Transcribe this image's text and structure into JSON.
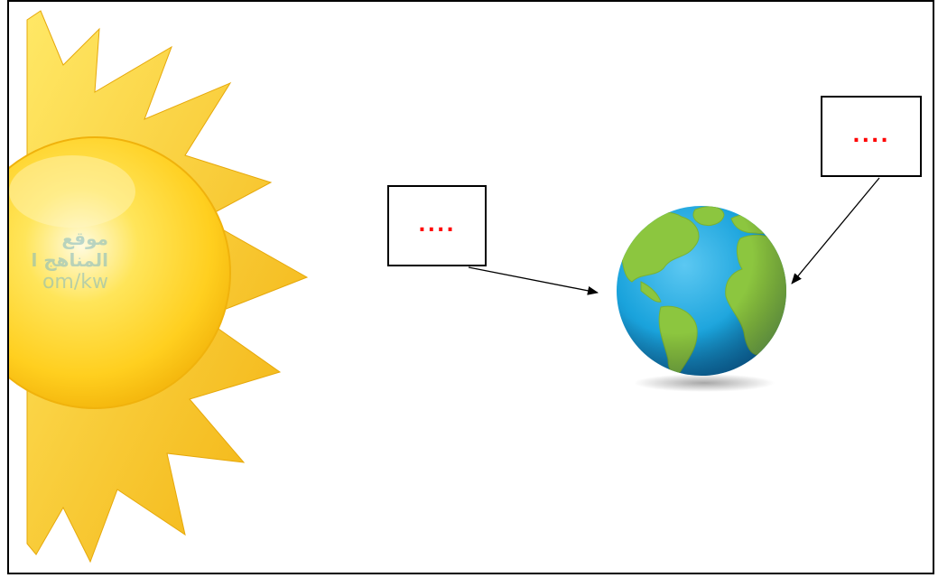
{
  "diagram": {
    "labels": [
      {
        "id": "left",
        "text": "....",
        "points_to": "earth-left-side"
      },
      {
        "id": "right",
        "text": "....",
        "points_to": "earth-right-side"
      }
    ],
    "watermark": {
      "line1": "موقع",
      "line2": "المناهج ا",
      "line3": "om/kw"
    },
    "objects": [
      "sun-icon",
      "earth-icon"
    ],
    "colors": {
      "label_text": "#ff0000",
      "sun": "#ffd21a",
      "ocean": "#1aa3dc",
      "land": "#8cc63f"
    }
  }
}
